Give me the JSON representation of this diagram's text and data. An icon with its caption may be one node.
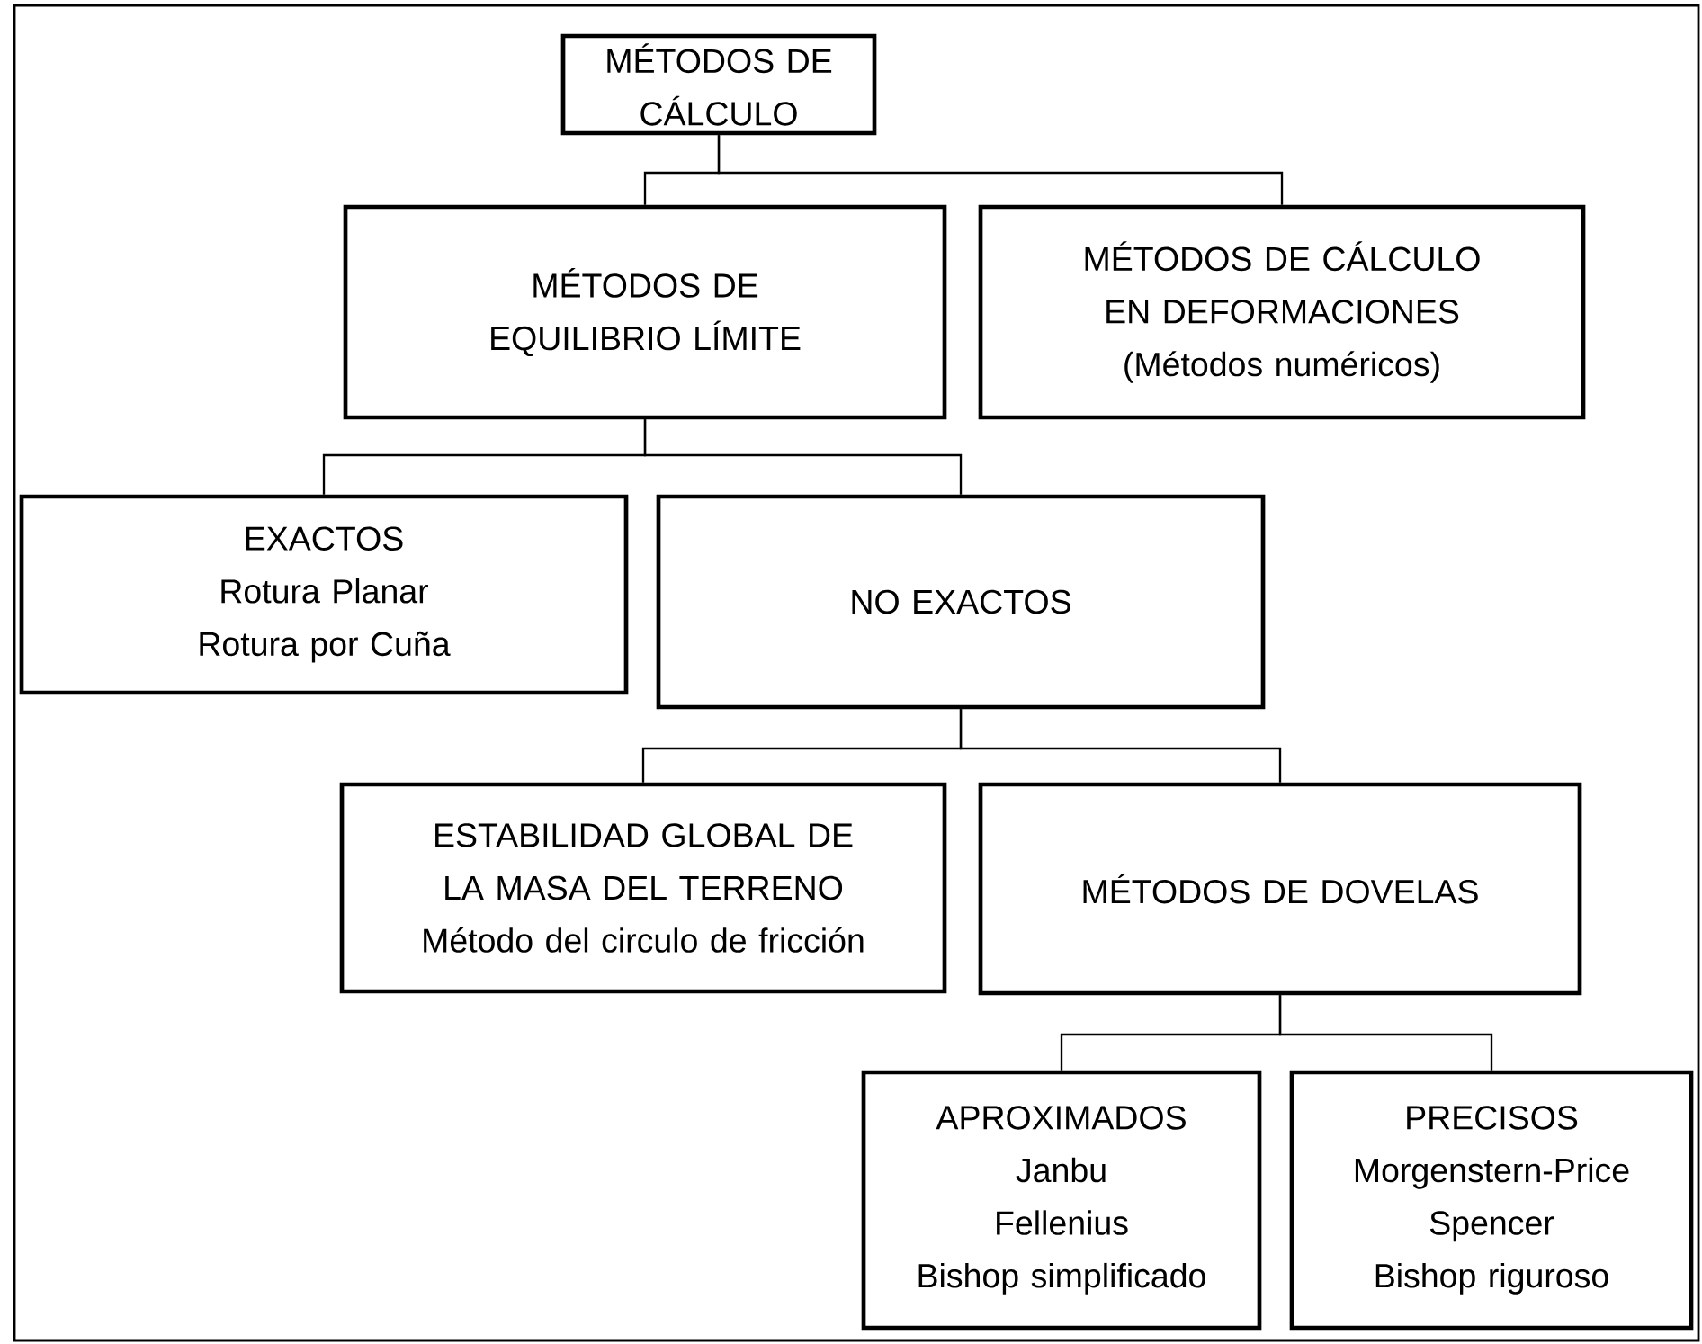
{
  "diagram": {
    "nodes": [
      {
        "text": [
          "MÉTODOS DE CÁLCULO"
        ]
      },
      {
        "text": [
          "MÉTODOS DE EQUILIBRIO LÍMITE"
        ]
      },
      {
        "text": [
          "MÉTODOS DE CÁLCULO EN DEFORMACIONES",
          "(Métodos numéricos)"
        ]
      },
      {
        "text": [
          "EXACTOS",
          "Rotura Planar",
          "Rotura por Cuña"
        ]
      },
      {
        "text": [
          "NO EXACTOS"
        ]
      },
      {
        "text": [
          "ESTABILIDAD GLOBAL DE LA MASA DEL TERRENO",
          "Método del circulo de fricción"
        ]
      },
      {
        "text": [
          "MÉTODOS DE DOVELAS"
        ]
      },
      {
        "text": [
          "APROXIMADOS",
          "Janbu",
          "Fellenius",
          "Bishop simplificado"
        ]
      },
      {
        "text": [
          "PRECISOS",
          "Morgenstern-Price",
          "Spencer",
          "Bishop riguroso"
        ]
      }
    ],
    "edges": [
      {
        "from": 0,
        "to": 1,
        "arrow": "none"
      },
      {
        "from": 0,
        "to": 2,
        "arrow": "none"
      },
      {
        "from": 1,
        "to": 3,
        "arrow": "none"
      },
      {
        "from": 1,
        "to": 4,
        "arrow": "none"
      },
      {
        "from": 4,
        "to": 5,
        "arrow": "none"
      },
      {
        "from": 4,
        "to": 6,
        "arrow": "none"
      },
      {
        "from": 6,
        "to": 7,
        "arrow": "none"
      },
      {
        "from": 6,
        "to": 8,
        "arrow": "none"
      }
    ]
  }
}
